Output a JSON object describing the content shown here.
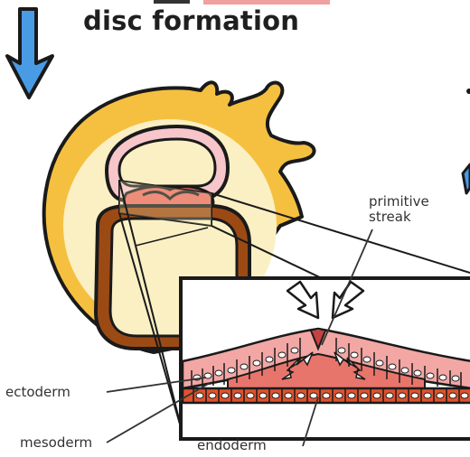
{
  "heading": {
    "title": "disc formation"
  },
  "labels": {
    "primitive_streak_line1": "primitive",
    "primitive_streak_line2": "streak",
    "ectoderm": "ectoderm",
    "mesoderm": "mesoderm",
    "endoderm": "endoderm"
  },
  "colors": {
    "arrow_blue": "#4a9be6",
    "trophoblast_yellow": "#f5c040",
    "blastocyst_cream": "#fbf0c4",
    "amnion_pink": "#f6c6cb",
    "epiblast_red": "#e86a60",
    "yolk_sac_brown": "#9c4a14",
    "ectoderm_pink": "#f2a7a4",
    "endoderm_orange": "#e0522d"
  }
}
